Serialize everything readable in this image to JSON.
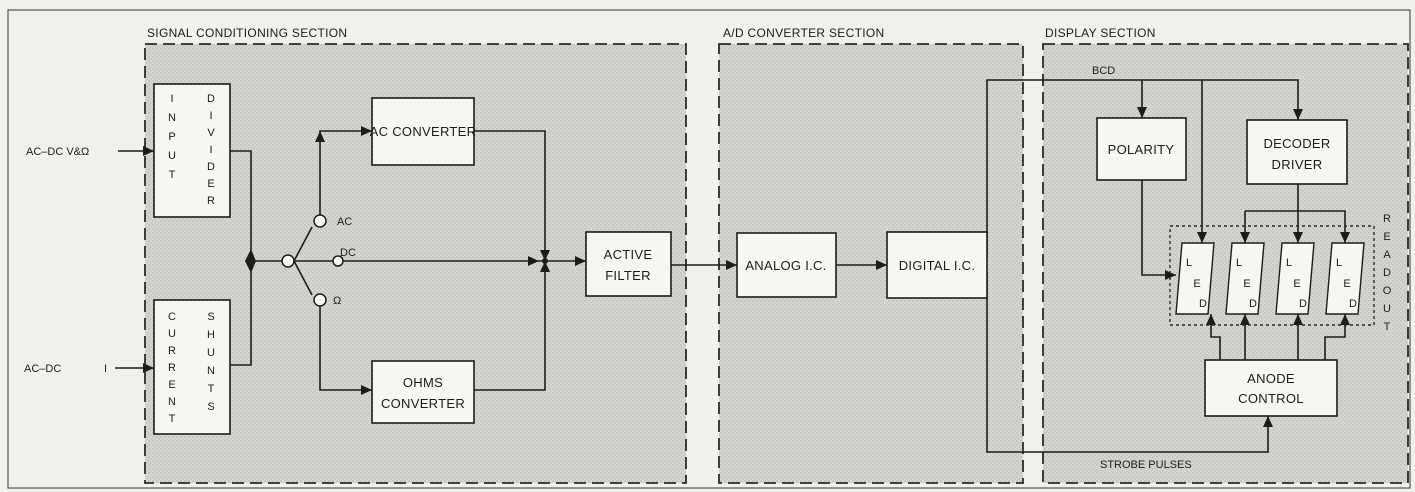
{
  "sections": {
    "signal": "SIGNAL CONDITIONING SECTION",
    "ad": "A/D CONVERTER SECTION",
    "display": "DISPLAY SECTION"
  },
  "inputs": {
    "voltage_label": "AC–DC V&Ω",
    "current_label": "AC–DC",
    "current_symbol": "I"
  },
  "blocks": {
    "input_divider_left": [
      "I",
      "N",
      "P",
      "U",
      "T"
    ],
    "input_divider_right": [
      "D",
      "I",
      "V",
      "I",
      "D",
      "E",
      "R"
    ],
    "current_shunts_left": [
      "C",
      "U",
      "R",
      "R",
      "E",
      "N",
      "T"
    ],
    "current_shunts_right": [
      "S",
      "H",
      "U",
      "N",
      "T",
      "S"
    ],
    "ac_converter": "AC CONVERTER",
    "ohms_converter": [
      "OHMS",
      "CONVERTER"
    ],
    "active_filter": [
      "ACTIVE",
      "FILTER"
    ],
    "analog_ic": "ANALOG I.C.",
    "digital_ic": "DIGITAL I.C.",
    "polarity": "POLARITY",
    "decoder_driver": [
      "DECODER",
      "DRIVER"
    ],
    "anode_control": [
      "ANODE",
      "CONTROL"
    ],
    "led_letters": [
      "L",
      "E",
      "D"
    ]
  },
  "switch": {
    "ac": "AC",
    "dc": "DC",
    "ohm": "Ω"
  },
  "signals": {
    "bcd": "BCD",
    "strobe": "STROBE PULSES",
    "readout": [
      "R",
      "E",
      "A",
      "D",
      "O",
      "U",
      "T"
    ]
  }
}
